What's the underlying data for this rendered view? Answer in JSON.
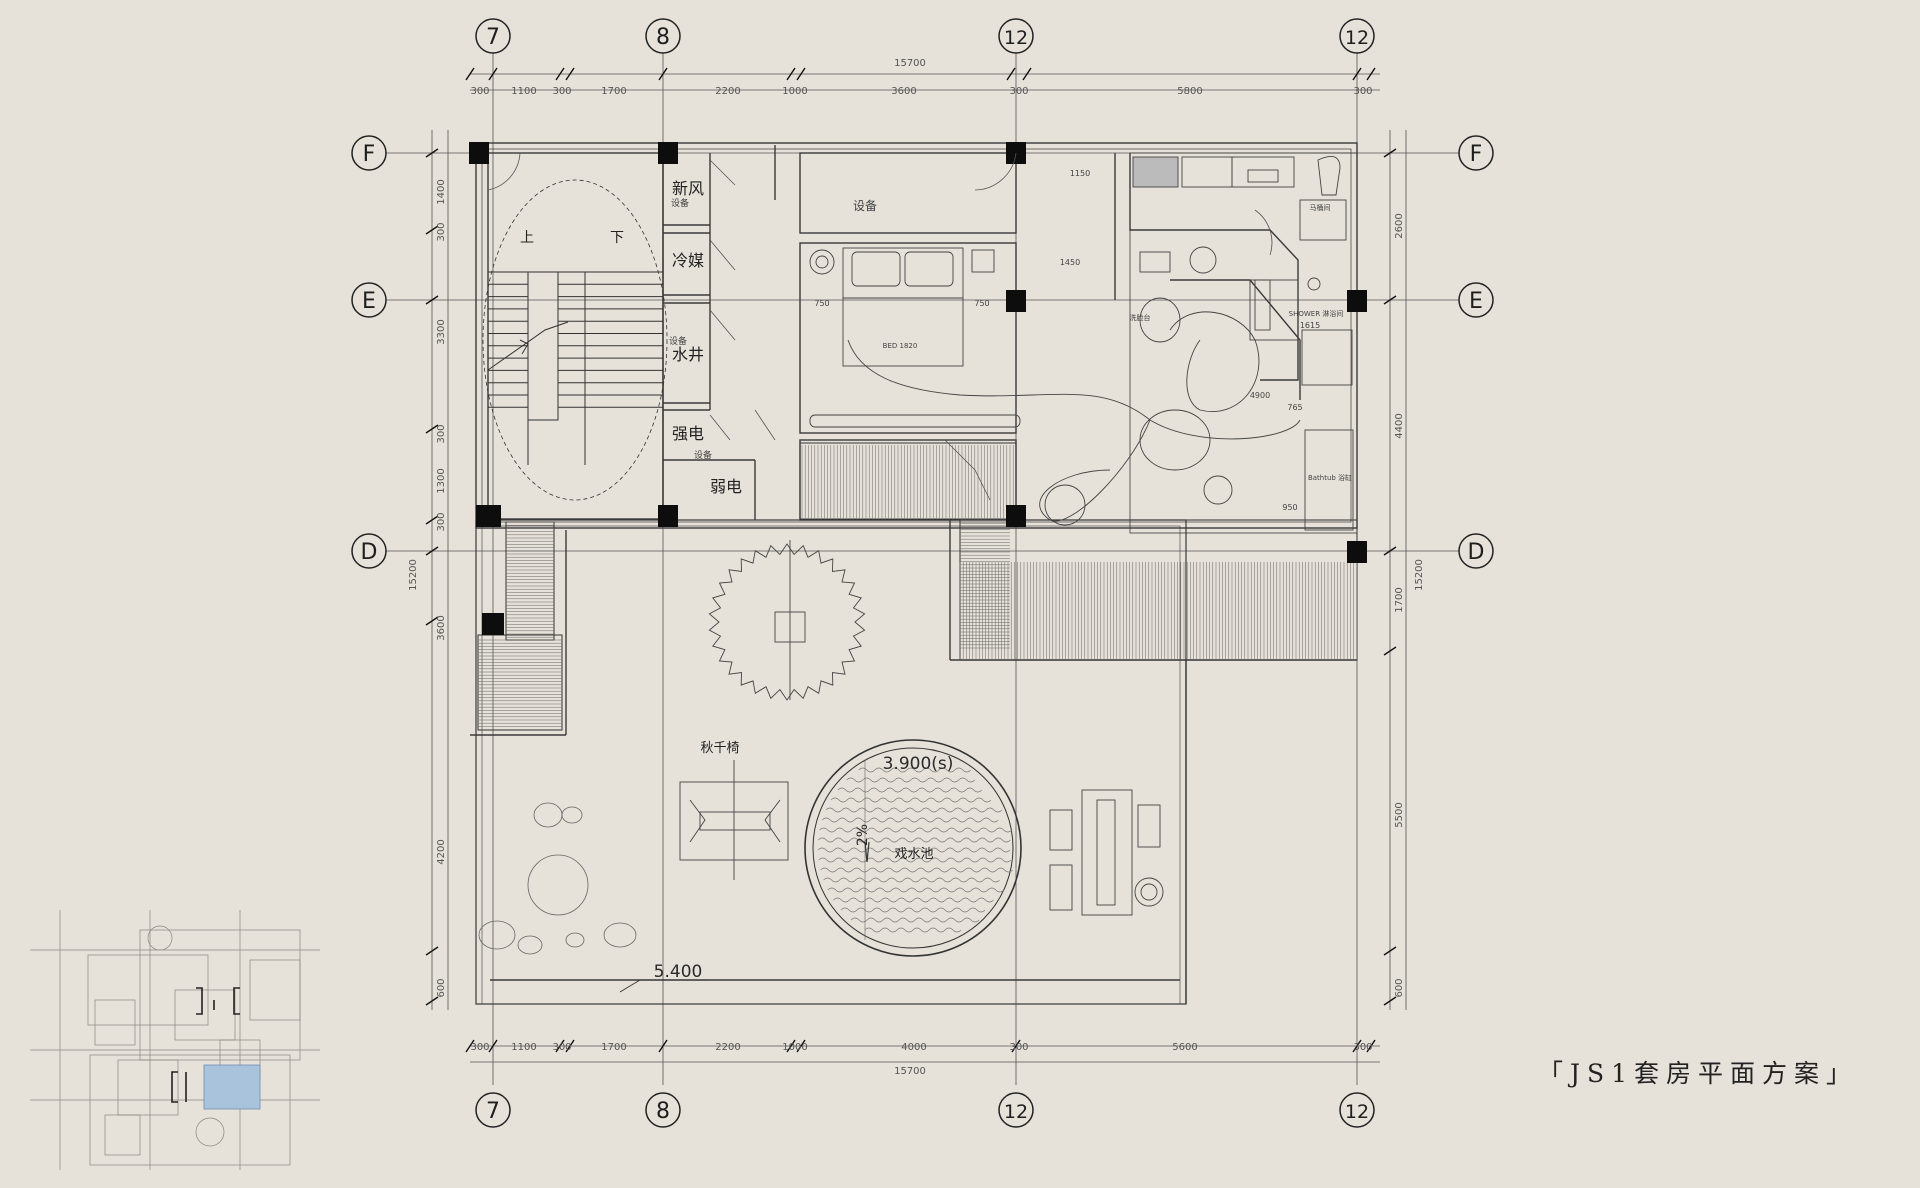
{
  "title": "「JS1套房平面方案」",
  "grid": {
    "columns": [
      {
        "id": "col-7-top",
        "label": "7"
      },
      {
        "id": "col-8-top",
        "label": "8"
      },
      {
        "id": "col-12a-top",
        "label": "12"
      },
      {
        "id": "col-12b-top",
        "label": "12"
      },
      {
        "id": "col-7-bottom",
        "label": "7"
      },
      {
        "id": "col-8-bottom",
        "label": "8"
      },
      {
        "id": "col-12a-bottom",
        "label": "12"
      },
      {
        "id": "col-12b-bottom",
        "label": "12"
      }
    ],
    "rows": [
      {
        "id": "row-f-left",
        "label": "F"
      },
      {
        "id": "row-e-left",
        "label": "E"
      },
      {
        "id": "row-d-left",
        "label": "D"
      },
      {
        "id": "row-f-right",
        "label": "F"
      },
      {
        "id": "row-e-right",
        "label": "E"
      },
      {
        "id": "row-d-right",
        "label": "D"
      }
    ]
  },
  "dimensions": {
    "top_total": "15700",
    "top_segments": [
      "300",
      "1100",
      "300",
      "1700",
      "2200",
      "1000",
      "3600",
      "300",
      "5800",
      "300"
    ],
    "bottom_total": "15700",
    "bottom_segments": [
      "300",
      "1100",
      "300",
      "1700",
      "2200",
      "1000",
      "4000",
      "300",
      "5600",
      "300"
    ],
    "left_segments": [
      "1400",
      "300",
      "3300",
      "300",
      "1300",
      "300",
      "3600",
      "4200",
      "600"
    ],
    "left_total": "15200",
    "right_segments": [
      "2600",
      "4400",
      "1700",
      "5500",
      "600"
    ],
    "right_total": "15200"
  },
  "rooms": {
    "fresh_air": "新风",
    "equipment_a": "设备",
    "refrigerant": "冷媒",
    "equipment_b": "设备",
    "water_well": "水井",
    "strong_power": "强电",
    "equipment_c": "设备",
    "weak_power": "弱电",
    "equipment_room": "设备",
    "swing": "秋千椅",
    "pool": "戏水池",
    "stair_up": "上",
    "stair_down": "下"
  },
  "levels": {
    "pool_level": "3.900(s)",
    "slope": "2%",
    "terrace_level": "5.400"
  },
  "small_labels": {
    "bed": "BED 1820",
    "shower": "SHOWER 淋浴间",
    "toilet": "马桶间",
    "bathtub": "Bathtub 浴缸",
    "wash": "洗脸台",
    "d1150": "1150",
    "d1450": "1450",
    "d1615": "1615",
    "d750a": "750",
    "d750b": "750",
    "d950": "950",
    "d765": "765",
    "d4900": "4900"
  },
  "colors": {
    "background": "#e6e1d9",
    "line": "#3a3a3a",
    "column": "#0d0d0d",
    "highlight": "#a9c3dc"
  }
}
